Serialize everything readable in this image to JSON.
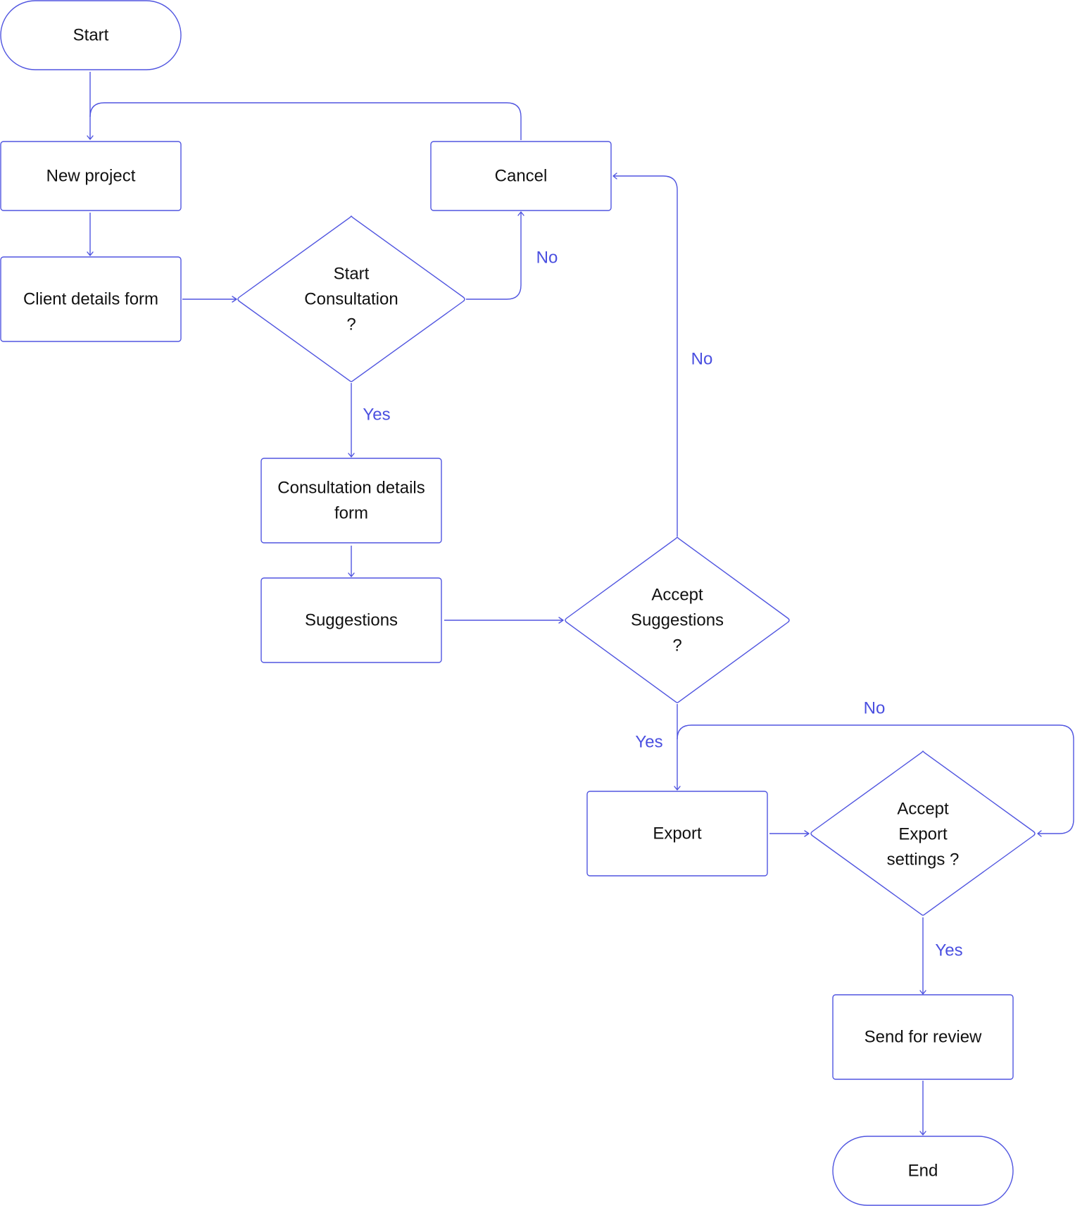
{
  "nodes": {
    "start": {
      "label": "Start"
    },
    "new_project": {
      "label": "New project"
    },
    "client_details_form": {
      "label": "Client details form"
    },
    "start_consultation": {
      "lines": [
        "Start",
        "Consultation",
        "?"
      ]
    },
    "cancel": {
      "label": "Cancel"
    },
    "consultation_details_form": {
      "lines": [
        "Consultation details",
        "form"
      ]
    },
    "suggestions": {
      "label": "Suggestions"
    },
    "accept_suggestions": {
      "lines": [
        "Accept",
        "Suggestions",
        "?"
      ]
    },
    "export": {
      "label": "Export"
    },
    "accept_export_settings": {
      "lines": [
        "Accept",
        "Export",
        "settings ?"
      ]
    },
    "send_for_review": {
      "label": "Send for review"
    },
    "end": {
      "label": "End"
    }
  },
  "edge_labels": {
    "consultation_no": "No",
    "consultation_yes": "Yes",
    "suggestions_no": "No",
    "suggestions_yes": "Yes",
    "export_settings_no": "No",
    "export_settings_yes": "Yes"
  },
  "colors": {
    "line": "#5055e0",
    "edge_label": "#4a4fe0",
    "text": "#111111",
    "background": "#ffffff"
  }
}
